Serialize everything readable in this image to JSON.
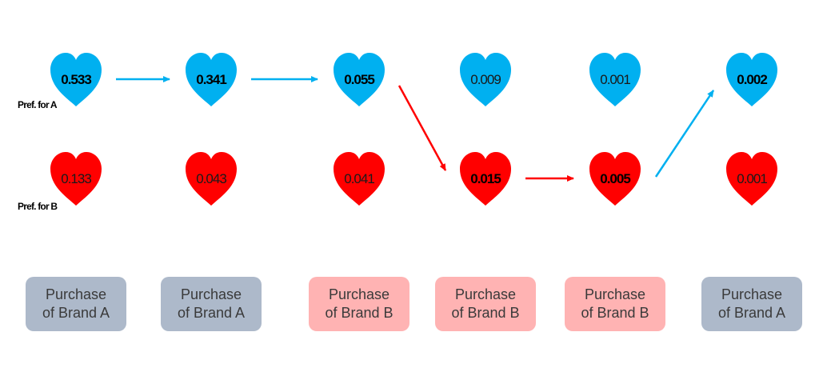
{
  "row_labels": {
    "a": "Pref. for A",
    "b": "Pref. for B"
  },
  "colors": {
    "brand_a": "#00b0f0",
    "brand_b": "#ff0000",
    "box_a": "#adb9ca",
    "box_b": "#ffb3b3"
  },
  "row_a": [
    {
      "value": "0.533",
      "bold": true
    },
    {
      "value": "0.341",
      "bold": true
    },
    {
      "value": "0.055",
      "bold": true
    },
    {
      "value": "0.009",
      "bold": false
    },
    {
      "value": "0.001",
      "bold": false
    },
    {
      "value": "0.002",
      "bold": true
    }
  ],
  "row_b": [
    {
      "value": "0.133",
      "bold": false
    },
    {
      "value": "0.043",
      "bold": false
    },
    {
      "value": "0.041",
      "bold": false
    },
    {
      "value": "0.015",
      "bold": true
    },
    {
      "value": "0.005",
      "bold": true
    },
    {
      "value": "0.001",
      "bold": false
    }
  ],
  "transitions": [
    {
      "from": "a",
      "to": "a",
      "color": "brand_a"
    },
    {
      "from": "a",
      "to": "a",
      "color": "brand_a"
    },
    {
      "from": "a",
      "to": "b",
      "color": "brand_b"
    },
    {
      "from": "b",
      "to": "b",
      "color": "brand_b"
    },
    {
      "from": "b",
      "to": "a",
      "color": "brand_a"
    }
  ],
  "purchases": [
    {
      "label": "Purchase\nof Brand A",
      "brand": "a"
    },
    {
      "label": "Purchase\nof Brand A",
      "brand": "a"
    },
    {
      "label": "Purchase\nof Brand B",
      "brand": "b"
    },
    {
      "label": "Purchase\nof Brand B",
      "brand": "b"
    },
    {
      "label": "Purchase\nof Brand B",
      "brand": "b"
    },
    {
      "label": "Purchase\nof Brand A",
      "brand": "a"
    }
  ]
}
